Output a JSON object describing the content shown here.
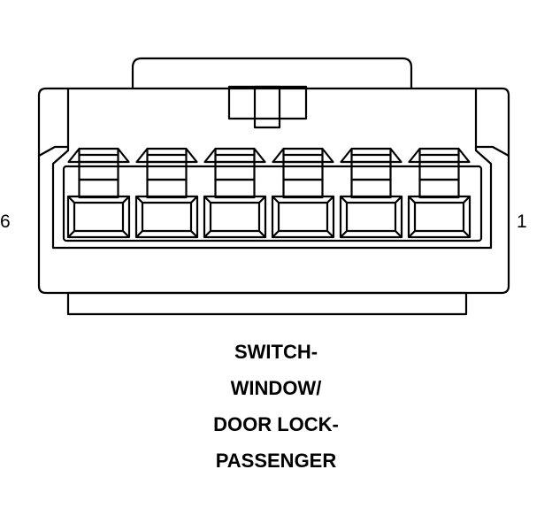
{
  "connector": {
    "pin_count": 6,
    "left_pin_label": "6",
    "right_pin_label": "1",
    "stroke_color": "#000000",
    "background_color": "#ffffff"
  },
  "caption": {
    "lines": [
      "SWITCH-",
      "WINDOW/",
      "DOOR LOCK-",
      "PASSENGER"
    ]
  }
}
